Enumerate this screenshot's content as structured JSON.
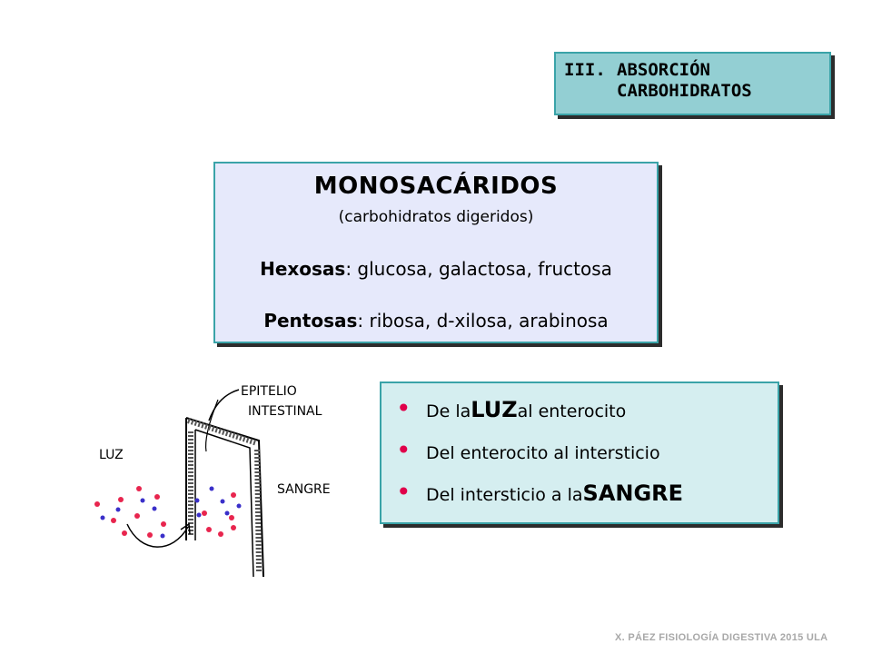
{
  "section": {
    "number": "III.",
    "line1": "ABSORCIÓN",
    "line2": "CARBOHIDRATOS"
  },
  "mono": {
    "title": "MONOSACÁRIDOS",
    "subtitle": "(carbohidratos digeridos)",
    "hexoses_label": "Hexosas",
    "hexoses_text": ": glucosa, galactosa, fructosa",
    "pentoses_label": "Pentosas",
    "pentoses_text": ": ribosa, d-xilosa, arabinosa"
  },
  "steps": [
    {
      "pre": "De la ",
      "emph": "LUZ",
      "post": " al enterocito"
    },
    {
      "pre": "Del enterocito al intersticio",
      "emph": "",
      "post": ""
    },
    {
      "pre": "Del intersticio a la ",
      "emph": "SANGRE",
      "post": ""
    }
  ],
  "drawing": {
    "label_epitelio_1": "EPITELIO",
    "label_epitelio_2": "INTESTINAL",
    "label_luz": "LUZ",
    "label_sangre": "SANGRE"
  },
  "colors": {
    "section_bg": "#93cfd3",
    "mono_bg": "#e6e9fb",
    "steps_bg": "#d5eef0",
    "bullet": "#e0004a",
    "dot_red": "#e8254e",
    "dot_blue": "#3a2fc9"
  },
  "footer": "X. PÁEZ   FISIOLOGÍA DIGESTIVA 2015  ULA"
}
